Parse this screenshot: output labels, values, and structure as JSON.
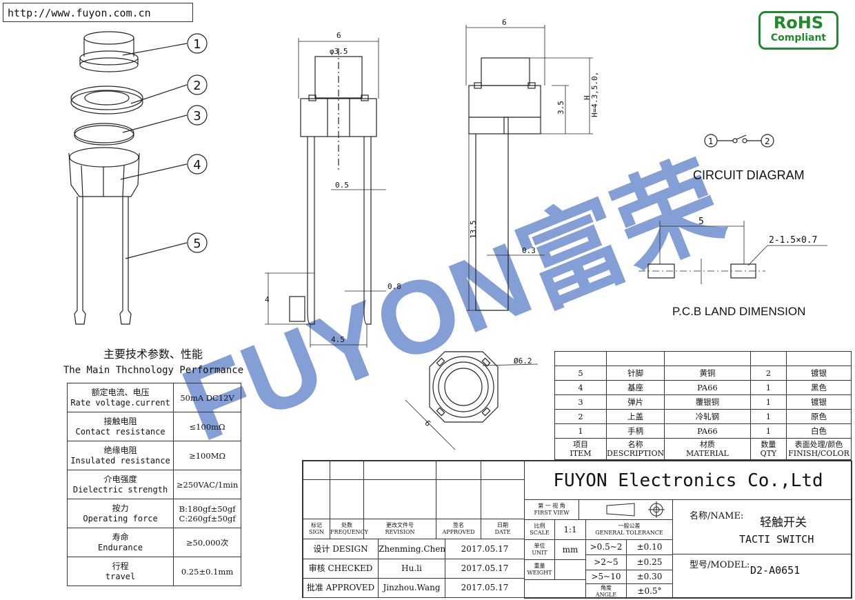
{
  "header": {
    "url": "http://www.fuyon.com.cn"
  },
  "rohs": {
    "line1": "RoHS",
    "line2": "Compliant"
  },
  "watermark": {
    "text": "FUYON富荣",
    "color": "#5b7fc7"
  },
  "exploded_view": {
    "callouts": [
      "1",
      "2",
      "3",
      "4",
      "5"
    ]
  },
  "front_view": {
    "dims": {
      "width": "6",
      "cap_dia": "φ3.5",
      "pin_w": "0.5",
      "pin_thk": "0.8",
      "pitch": "4.5",
      "side": "4"
    }
  },
  "side_view": {
    "dims": {
      "width": "6",
      "body_h": "3.5",
      "h_opts": "H=4.3,5.0,",
      "h": "H",
      "pin_len": "13.5",
      "pin_thk": "0.3"
    }
  },
  "top_view": {
    "dims": {
      "dia": "Ø6.2",
      "size": "6"
    }
  },
  "circuit": {
    "title": "CIRCUIT DIAGRAM",
    "nodes": [
      "1",
      "2"
    ]
  },
  "pcb": {
    "title": "P.C.B LAND DIMENSION",
    "pitch": "5",
    "pad": "2-1.5×0.7"
  },
  "spec": {
    "title_cn": "主要技术参数、性能",
    "title_en": "The Main Thchnology Performance",
    "rows": [
      {
        "cn": "额定电流、电压",
        "en": "Rate voltage.current",
        "value": "50mA DC12V"
      },
      {
        "cn": "接触电阻",
        "en": "Contact resistance",
        "value": "≤100mΩ"
      },
      {
        "cn": "绝缘电阻",
        "en": "Insulated resistance",
        "value": "≥100MΩ"
      },
      {
        "cn": "介电强度",
        "en": "Dielectric strength",
        "value": "≥250VAC/1min"
      },
      {
        "cn": "按力",
        "en": "Operating force",
        "value": "B:180gf±50gf",
        "value2": "C:260gf±50gf"
      },
      {
        "cn": "寿命",
        "en": "Endurance",
        "value": "≥50,000次"
      },
      {
        "cn": "行程",
        "en": "travel",
        "value": "0.25±0.1mm"
      }
    ]
  },
  "parts": {
    "rows": [
      {
        "item": "5",
        "desc": "针脚",
        "material": "黄铜",
        "qty": "2",
        "finish": "镀银"
      },
      {
        "item": "4",
        "desc": "基座",
        "material": "PA66",
        "qty": "1",
        "finish": "黑色"
      },
      {
        "item": "3",
        "desc": "弹片",
        "material": "覆银铜",
        "qty": "1",
        "finish": "镀银"
      },
      {
        "item": "2",
        "desc": "上盖",
        "material": "冷轧钢",
        "qty": "1",
        "finish": "原色"
      },
      {
        "item": "1",
        "desc": "手柄",
        "material": "PA66",
        "qty": "1",
        "finish": "白色"
      }
    ],
    "header": {
      "item_cn": "项目",
      "item_en": "ITEM",
      "desc_cn": "名称",
      "desc_en": "DESCRIPTION",
      "mat_cn": "材质",
      "mat_en": "MATERIAL",
      "qty_cn": "数量",
      "qty_en": "QTY",
      "fin_cn": "表面处理/颜色",
      "fin_en": "FINISH/COLOR"
    }
  },
  "title_block": {
    "company": "FUYON Electronics Co.,Ltd",
    "first_view_cn": "第 一 视 角",
    "first_view_en": "FIRST VIEW",
    "name_label": "名称/NAME:",
    "name_cn": "轻触开关",
    "name_en": "TACTI SWITCH",
    "model_label": "型号/MODEL:",
    "model": "D2-A0651",
    "headers": [
      {
        "cn": "标记",
        "en": "SIGN"
      },
      {
        "cn": "处数",
        "en": "FREQUENCY"
      },
      {
        "cn": "更改文件号",
        "en": "REVISION"
      },
      {
        "cn": "签名",
        "en": "APPROVED"
      },
      {
        "cn": "日期",
        "en": "DATE"
      }
    ],
    "scale_cn": "比例",
    "scale_en": "SCALE",
    "scale": "1:1",
    "unit_cn": "单位",
    "unit_en": "UNIT",
    "unit": "mm",
    "weight_cn": "重量",
    "weight_en": "WEIGHT",
    "tol_cn": "一般公差",
    "tol_en": "GENERAL TOLERANCE",
    "tolerances": [
      {
        "range": ">0.5~2",
        "tol": "±0.10"
      },
      {
        "range": ">2~5",
        "tol": "±0.25"
      },
      {
        "range": ">5~10",
        "tol": "±0.30"
      },
      {
        "range": "角度",
        "range_en": "ANGLE",
        "tol": "±0.5°"
      }
    ],
    "signoffs": [
      {
        "role": "设计 DESIGN",
        "name": "Zhenming.Chen",
        "date": "2017.05.17"
      },
      {
        "role": "审核 CHECKED",
        "name": "Hu.li",
        "date": "2017.05.17"
      },
      {
        "role": "批准 APPROVED",
        "name": "Jinzhou.Wang",
        "date": "2017.05.17"
      }
    ]
  }
}
